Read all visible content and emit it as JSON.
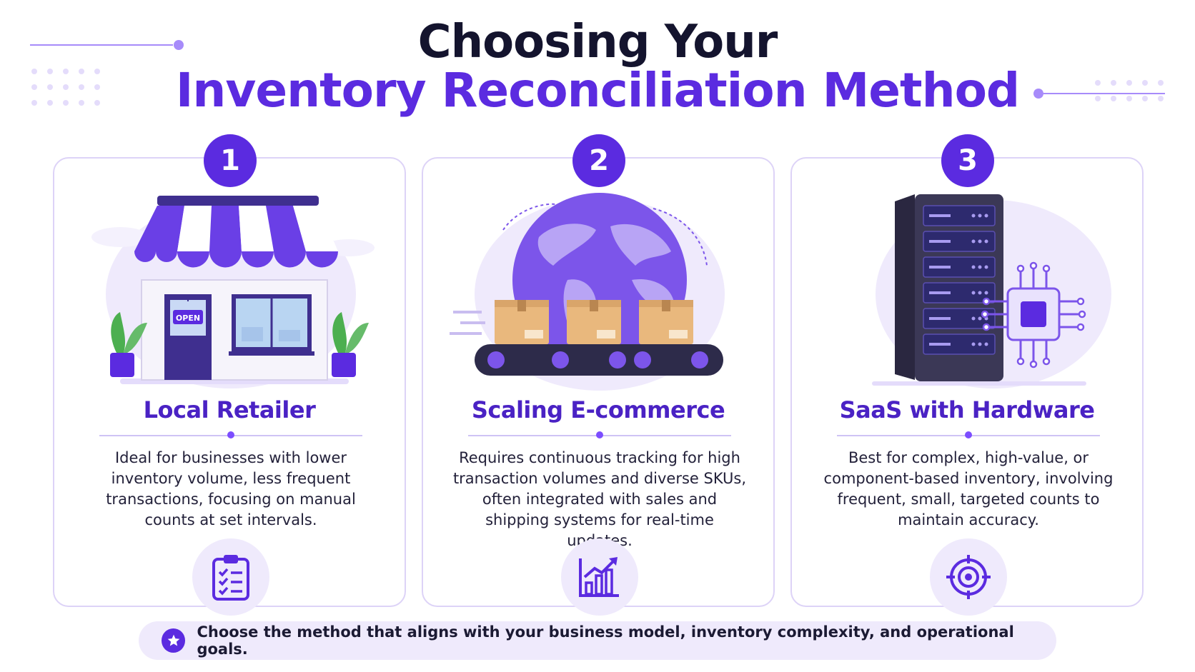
{
  "title": {
    "line1": "Choosing Your",
    "line2": "Inventory Reconciliation Method"
  },
  "colors": {
    "accent": "#5b2be0",
    "accent_light": "#efeafc",
    "heading_dark": "#14142e",
    "card_border": "#ddd3f7"
  },
  "cards": [
    {
      "number": "1",
      "title": "Local Retailer",
      "description": "Ideal for businesses with lower inventory volume, less frequent transactions, focusing on manual counts at set intervals.",
      "illustration": "storefront",
      "sign": "OPEN",
      "icon": "clipboard-checklist-icon"
    },
    {
      "number": "2",
      "title": "Scaling E-commerce",
      "description": "Requires continuous tracking for high transaction volumes and diverse SKUs, often integrated with sales and shipping systems for real-time updates.",
      "illustration": "globe-conveyor",
      "icon": "growth-chart-icon"
    },
    {
      "number": "3",
      "title": "SaaS with Hardware",
      "description": "Best for complex, high-value, or component-based inventory, involving frequent, small, targeted counts to maintain accuracy.",
      "illustration": "server-chip",
      "icon": "target-icon"
    }
  ],
  "footer": {
    "text": "Choose the method that aligns with your business model, inventory complexity, and operational goals.",
    "icon": "star-icon"
  }
}
